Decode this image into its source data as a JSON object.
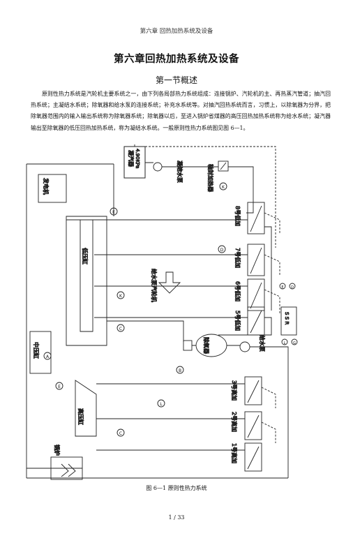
{
  "header": {
    "running": "第六章 回热加热系统及设备"
  },
  "chapter_title": "第六章回热加热系统及设备",
  "section_title": "第一节概述",
  "intro": "原则性热力系统是汽轮机主要系统之一，由下列各局部热力系统组成：连接锅炉、汽轮机的主、再热蒸汽管道；抽汽回热系统；主凝结水系统；除氧器和给水泵的连接系统；补充水系统等。对抽汽回热系统而言，习惯上，以除氧器为分界，把除氧器范围内的输入输出系统称为除氧器系统；除氧器以后，至进入锅炉省煤器的高压回热加热系统称为给水系统；凝汽器输出至除氧器的低压回热加热系统，称为凝结水系统。一般原则性热力系统图见图 6—1。",
  "diagram": {
    "condenser": "凝汽器",
    "condenser_pressure": "4.90KPa",
    "condensate_pump": "凝结水泵",
    "gland_heater": "轴封加热器",
    "generator": "发电机",
    "lp_cylinder": "低压缸",
    "ip_cylinder": "中压缸",
    "hp_cylinder": "高压缸",
    "boiler": "锅炉",
    "deaerator": "除氧器",
    "feed_pump": "给水泵",
    "feed_pump_turbine": "给水泵汽轮机",
    "lp_heater_8": "8号低加",
    "lp_heater_7": "7号低加",
    "lp_heater_6": "6号低加",
    "lp_heater_5": "5号低加",
    "hp_heater_3": "3号高加",
    "hp_heater_2": "2号高加",
    "hp_heater_1": "1号高加",
    "ssr": "S S R",
    "letter_a": "A",
    "letter_b": "B",
    "letter_c": "C",
    "letter_d": "D",
    "letter_e": "E",
    "letter_f": "F",
    "letter_k": "K",
    "letter_l": "L",
    "letter_m": "M",
    "letter_g": "G",
    "letter_h": "H"
  },
  "caption": "图 6—1 原则性热力系统",
  "footer": {
    "page": "1 / 33"
  }
}
